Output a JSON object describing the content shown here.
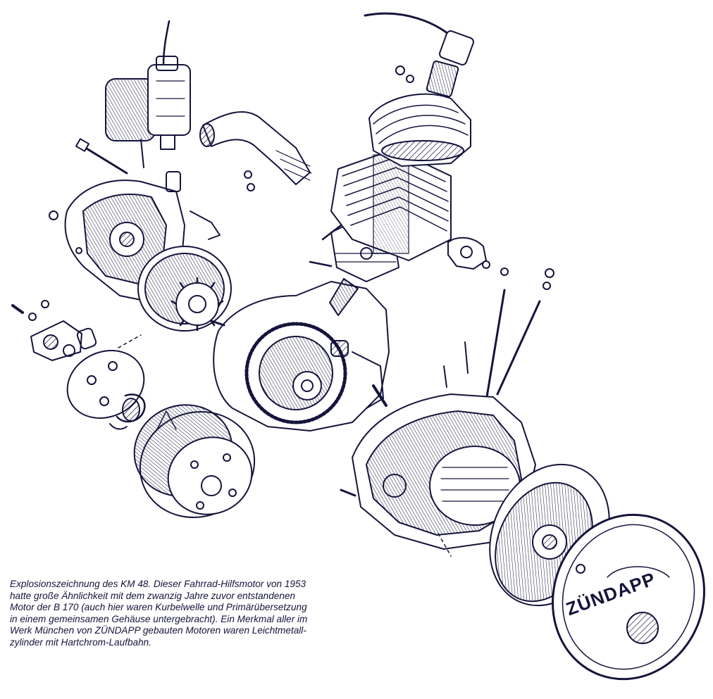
{
  "caption": {
    "lines": [
      "Explosionszeichnung des KM 48. Dieser Fahrrad-Hilfsmotor von 1953",
      "hatte große Ähnlichkeit mit dem zwanzig Jahre zuvor entstandenen",
      "Motor der B 170 (auch hier waren Kurbelwelle und Primärübersetzung",
      "in einem gemeinsamen Gehäuse untergebracht). Ein Merkmal aller im",
      "Werk München von ZÜNDAPP gebauten Motoren waren Leichtmetall-",
      "zylinder mit Hartchrom-Laufbahn."
    ]
  },
  "emblem": {
    "brand": "ZÜNDAPP"
  },
  "colors": {
    "ink": "#14143c",
    "paper": "#ffffff"
  }
}
